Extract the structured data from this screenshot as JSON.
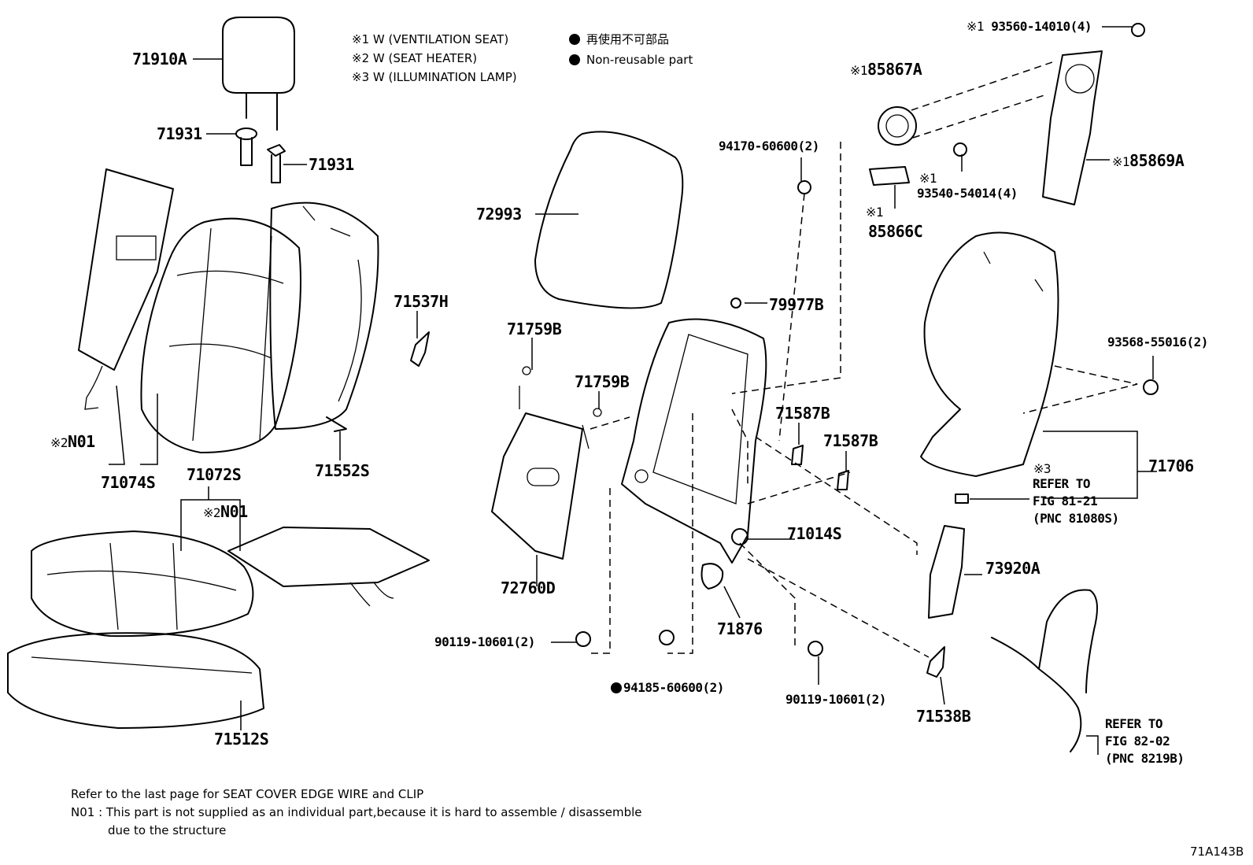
{
  "legend": {
    "notes": [
      {
        "mark": "※1",
        "text": "W (VENTILATION SEAT)"
      },
      {
        "mark": "※2",
        "text": "W (SEAT HEATER)"
      },
      {
        "mark": "※3",
        "text": "W (ILLUMINATION LAMP)"
      }
    ],
    "non_reusable_jp": "再使用不可部品",
    "non_reusable_en": "Non-reusable part"
  },
  "parts": {
    "p71910A": "71910A",
    "p71931a": "71931",
    "p71931b": "71931",
    "p71537H": "71537H",
    "p72993": "72993",
    "p94170": "94170-60600(2)",
    "p85867A": "85867A",
    "p85867A_mark": "※1",
    "p93560": "93560-14010(4)",
    "p93560_mark": "※1",
    "p93540": "93540-54014(4)",
    "p93540_mark": "※1",
    "p85866C": "85866C",
    "p85866C_mark": "※1",
    "p85869A": "85869A",
    "p85869A_mark": "※1",
    "p79977B": "79977B",
    "p71759B_a": "71759B",
    "p71759B_b": "71759B",
    "p71587B_a": "71587B",
    "p71587B_b": "71587B",
    "p93568": "93568-55016(2)",
    "p71706": "71706",
    "p71074S": "71074S",
    "p71552S": "71552S",
    "pN01a": "N01",
    "pN01a_mark": "※2",
    "p71072S": "71072S",
    "pN01b": "N01",
    "pN01b_mark": "※2",
    "p71014S": "71014S",
    "p72760D": "72760D",
    "p73920A": "73920A",
    "p71876": "71876",
    "p90119a": "90119-10601(2)",
    "p94185": "94185-60600(2)",
    "p90119b": "90119-10601(2)",
    "p71538B": "71538B",
    "p71512S": "71512S"
  },
  "refs": {
    "ref1_mark": "※3",
    "ref1_line1": "REFER TO",
    "ref1_line2": "FIG 81-21",
    "ref1_line3": "(PNC 81080S)",
    "ref2_line1": "REFER TO",
    "ref2_line2": "FIG 82-02",
    "ref2_line3": "(PNC 8219B)"
  },
  "footer": {
    "line1": "Refer to the last page for SEAT COVER EDGE WIRE and CLIP",
    "line2": "N01 : This part is not supplied as an individual part,because it is hard to assemble / disassemble",
    "line3": "due to the structure",
    "figure_code": "71A143B"
  }
}
